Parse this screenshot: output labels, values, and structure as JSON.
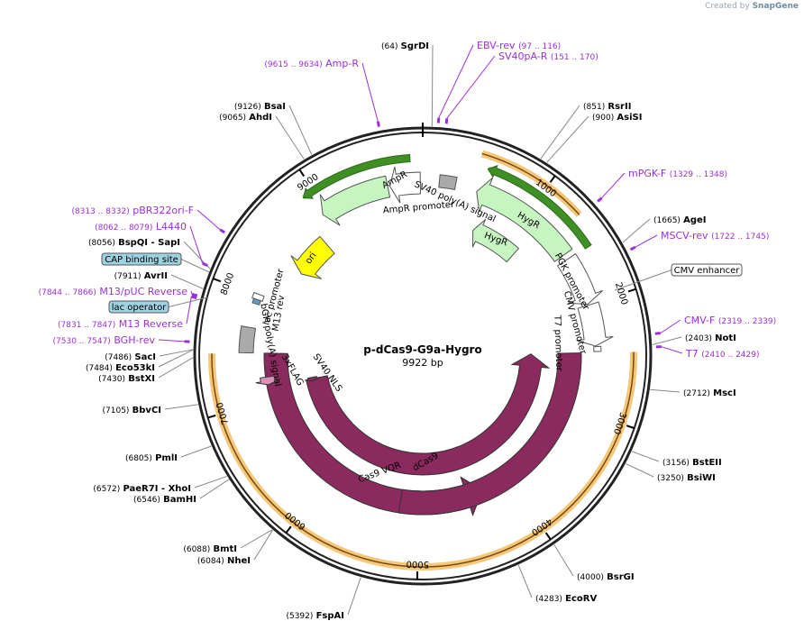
{
  "credit": {
    "prefix": "Created by",
    "brand": "SnapGene"
  },
  "plasmid": {
    "name": "p-dCas9-G9a-Hygro",
    "length_label": "9922 bp",
    "length": 9922
  },
  "ruler_labels": [
    {
      "bp": 1000,
      "text": "1000"
    },
    {
      "bp": 2000,
      "text": "2000"
    },
    {
      "bp": 3000,
      "text": "3000"
    },
    {
      "bp": 4000,
      "text": "4000"
    },
    {
      "bp": 5000,
      "text": "5000"
    },
    {
      "bp": 6000,
      "text": "6000"
    },
    {
      "bp": 7000,
      "text": "7000"
    },
    {
      "bp": 8000,
      "text": "8000"
    },
    {
      "bp": 9000,
      "text": "9000"
    }
  ],
  "sites": [
    {
      "pos": "(64)",
      "name": "SgrDI",
      "bp": 64
    },
    {
      "pos": "(851)",
      "name": "RsrII",
      "bp": 851
    },
    {
      "pos": "(900)",
      "name": "AsiSI",
      "bp": 900
    },
    {
      "pos": "(1665)",
      "name": "AgeI",
      "bp": 1665
    },
    {
      "pos": "(2403)",
      "name": "NotI",
      "bp": 2403
    },
    {
      "pos": "(2712)",
      "name": "MscI",
      "bp": 2712
    },
    {
      "pos": "(3156)",
      "name": "BstEII",
      "bp": 3156
    },
    {
      "pos": "(3250)",
      "name": "BsiWI",
      "bp": 3250
    },
    {
      "pos": "(4000)",
      "name": "BsrGI",
      "bp": 4000
    },
    {
      "pos": "(4283)",
      "name": "EcoRV",
      "bp": 4283
    },
    {
      "pos": "(5392)",
      "name": "FspAI",
      "bp": 5392
    },
    {
      "pos": "(6088)",
      "name": "BmtI",
      "bp": 6088
    },
    {
      "pos": "(6084)",
      "name": "NheI",
      "bp": 6084
    },
    {
      "pos": "(6572)",
      "name": "PaeR7I",
      "suffix": " - XhoI",
      "bp": 6572
    },
    {
      "pos": "(6546)",
      "name": "BamHI",
      "bp": 6546
    },
    {
      "pos": "(6805)",
      "name": "PmlI",
      "bp": 6805
    },
    {
      "pos": "(7105)",
      "name": "BbvCI",
      "bp": 7105
    },
    {
      "pos": "(7486)",
      "name": "SacI",
      "bp": 7486
    },
    {
      "pos": "(7484)",
      "name": "Eco53kI",
      "bp": 7484
    },
    {
      "pos": "(7430)",
      "name": "BstXI",
      "bp": 7430
    },
    {
      "pos": "(7911)",
      "name": "AvrII",
      "bp": 7911
    },
    {
      "pos": "(8056)",
      "name": "BspQI",
      "suffix": " - SapI",
      "bp": 8056
    },
    {
      "pos": "(9065)",
      "name": "AhdI",
      "bp": 9065
    },
    {
      "pos": "(9126)",
      "name": "BsaI",
      "bp": 9126
    }
  ],
  "primers": [
    {
      "name": "EBV-rev",
      "range": "(97 .. 116)",
      "bp": 106
    },
    {
      "name": "SV40pA-R",
      "range": "(151 .. 170)",
      "bp": 160
    },
    {
      "name": "Amp-R",
      "range": "(9615 .. 9634)",
      "bp": 9624
    },
    {
      "name": "mPGK-F",
      "range": "(1329 .. 1348)",
      "bp": 1338
    },
    {
      "name": "MSCV-rev",
      "range": "(1722 .. 1745)",
      "bp": 1733
    },
    {
      "name": "CMV-F",
      "range": "(2319 .. 2339)",
      "bp": 2329
    },
    {
      "name": "T7",
      "range": "(2410 .. 2429)",
      "bp": 2419
    },
    {
      "name": "pBR322ori-F",
      "range": "(8313 .. 8332)",
      "bp": 8322
    },
    {
      "name": "L4440",
      "range": "(8062 .. 8079)",
      "bp": 8070
    },
    {
      "name": "M13/pUC Reverse",
      "range": "(7844 .. 7866)",
      "bp": 7855
    },
    {
      "name": "M13 Reverse",
      "range": "(7831 .. 7847)",
      "bp": 7839
    },
    {
      "name": "BGH-rev",
      "range": "(7530 .. 7547)",
      "bp": 7538
    }
  ],
  "boxed_labels": [
    {
      "text": "CMV enhancer",
      "style": "white"
    },
    {
      "text": "CAP binding site",
      "style": "blue"
    },
    {
      "text": "lac operator",
      "style": "blue"
    }
  ],
  "feature_labels": {
    "sv40_polya": "SV40 poly(A) signal",
    "hygr_outer": "HygR",
    "hygr_inner": "HygR",
    "ampr": "AmpR",
    "ampr_promoter": "AmpR promoter",
    "ori": "ori",
    "pgk_promoter": "PGK promoter",
    "cmv_promoter": "CMV promoter",
    "t7_promoter": "T7 promoter",
    "lac_promoter": "lac promoter",
    "m13_rev": "M13 rev",
    "bgh_polya": "bGH poly(A) signal",
    "flag": "3xFLAG",
    "sv40_nls": "SV40 NLS",
    "dcas9": "dCas9",
    "cas9_vqr": "Cas9 VQR"
  },
  "colors": {
    "backbone": "#222222",
    "enzyme_line": "#888888",
    "primer": "#9b30d9",
    "cds": "#8b2a5e",
    "promoter_fill": "#ffffff",
    "hygr_fill": "#c7f5c2",
    "ori_fill": "#ffff00",
    "orf_orange": "#f5c77a",
    "gray_feature": "#aaaaaa",
    "blue_box": "#9fd2e0"
  }
}
